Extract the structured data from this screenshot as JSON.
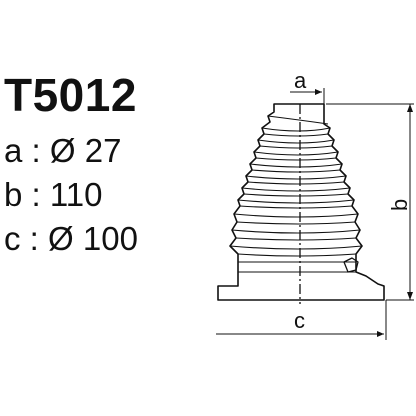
{
  "part": {
    "code": "T5012"
  },
  "specs": [
    {
      "key": "a",
      "sep": " : ",
      "symbol": "Ø",
      "value": "27"
    },
    {
      "key": "b",
      "sep": " : ",
      "symbol": "",
      "value": "110"
    },
    {
      "key": "c",
      "sep": " : ",
      "symbol": "Ø",
      "value": "100"
    }
  ],
  "dimension_labels": {
    "a": "a",
    "b": "b",
    "c": "c"
  },
  "colors": {
    "line": "#111111",
    "background": "#ffffff"
  }
}
